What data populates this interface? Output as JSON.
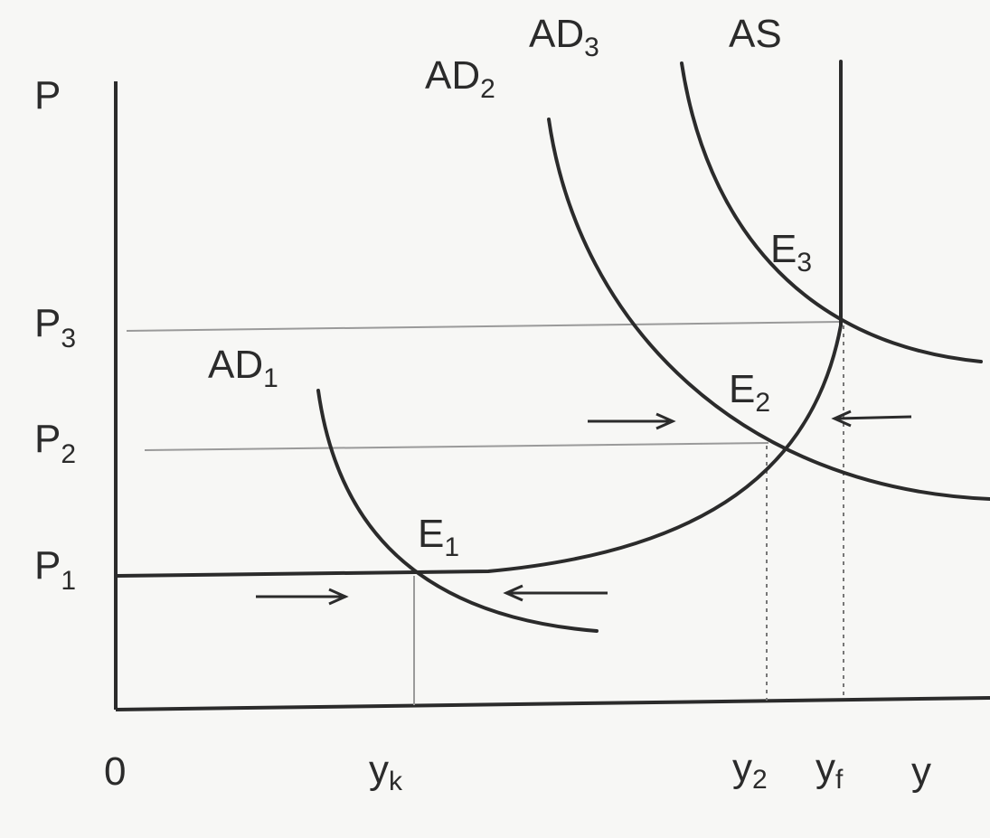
{
  "axes": {
    "y_label": "P",
    "x_label": "y",
    "origin_label": "0"
  },
  "price_levels": [
    {
      "main": "P",
      "sub": "1"
    },
    {
      "main": "P",
      "sub": "2"
    },
    {
      "main": "P",
      "sub": "3"
    }
  ],
  "output_levels": [
    {
      "main": "y",
      "sub": "k"
    },
    {
      "main": "y",
      "sub": "2"
    },
    {
      "main": "y",
      "sub": "f"
    }
  ],
  "curves": {
    "as": {
      "main": "AS",
      "sub": ""
    },
    "ad1": {
      "main": "AD",
      "sub": "1"
    },
    "ad2": {
      "main": "AD",
      "sub": "2"
    },
    "ad3": {
      "main": "AD",
      "sub": "3"
    }
  },
  "equilibria": [
    {
      "main": "E",
      "sub": "1"
    },
    {
      "main": "E",
      "sub": "2"
    },
    {
      "main": "E",
      "sub": "3"
    }
  ],
  "colors": {
    "ink": "#2b2b2b",
    "guide": "#9a9a9a",
    "background": "#f7f7f5"
  }
}
